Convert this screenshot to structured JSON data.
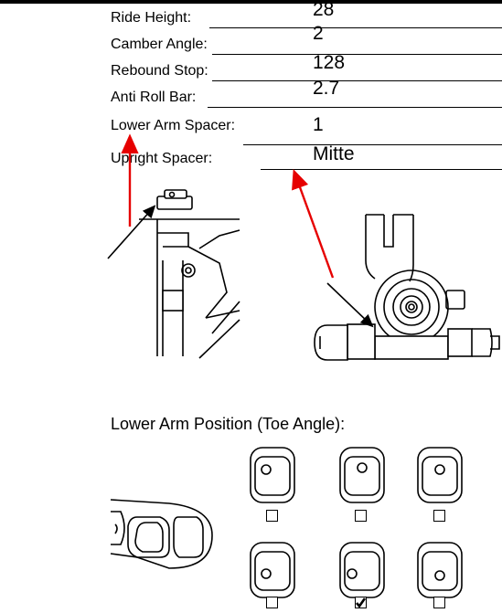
{
  "setup": {
    "ride_height": {
      "label": "Ride Height:",
      "value": "28"
    },
    "camber_angle": {
      "label": "Camber Angle:",
      "value": "2"
    },
    "rebound_stop": {
      "label": "Rebound Stop:",
      "value": "128"
    },
    "anti_roll_bar": {
      "label": "Anti Roll Bar:",
      "value": "2.7"
    },
    "lower_arm_spacer": {
      "label": "Lower Arm Spacer:",
      "value": "1"
    },
    "upright_spacer": {
      "label": "Upright Spacer:",
      "value": "Mitte"
    }
  },
  "toe": {
    "heading": "Lower Arm Position (Toe Angle):",
    "positions": [
      {
        "row": 1,
        "col": 1,
        "checked": false
      },
      {
        "row": 1,
        "col": 2,
        "checked": false
      },
      {
        "row": 1,
        "col": 3,
        "checked": false
      },
      {
        "row": 2,
        "col": 1,
        "checked": false
      },
      {
        "row": 2,
        "col": 2,
        "checked": true
      },
      {
        "row": 2,
        "col": 3,
        "checked": false
      }
    ]
  },
  "colors": {
    "ink": "#000000",
    "arrow": "#e60000"
  }
}
